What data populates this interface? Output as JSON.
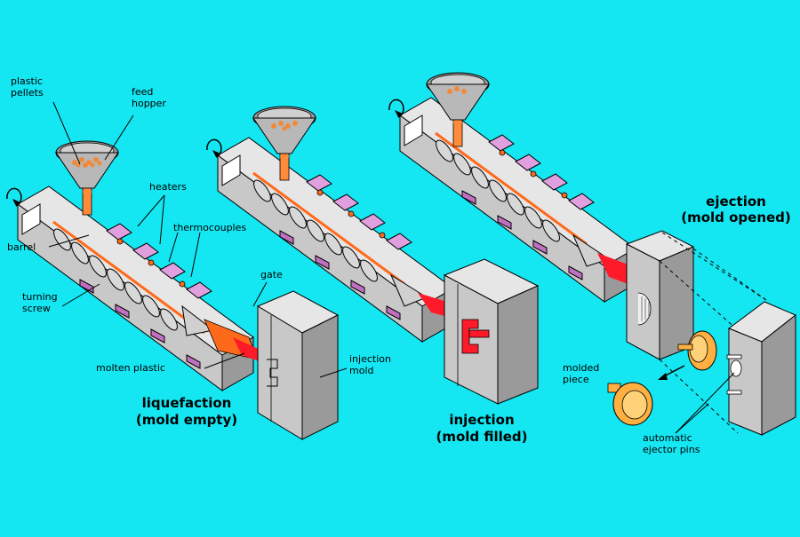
{
  "colors": {
    "background": "#14e6f2",
    "barrel_light": "#e6e6e6",
    "barrel_mid": "#c8c8c8",
    "barrel_dark": "#9a9a9a",
    "heater": "#c070c0",
    "heater_top": "#e0a0e0",
    "molten": "#ff6a1a",
    "molten_hot": "#ff1a2a",
    "pellets": "#f08a3a",
    "piece": "#ffb040",
    "outline": "#000000"
  },
  "labels": {
    "plastic_pellets": [
      "plastic",
      "pellets"
    ],
    "feed_hopper": [
      "feed",
      "hopper"
    ],
    "heaters": "heaters",
    "thermocouples": "thermocouples",
    "barrel": "barrel",
    "turning_screw": [
      "turning",
      "screw"
    ],
    "gate": "gate",
    "molten_plastic": "molten plastic",
    "injection_mold": [
      "injection",
      "mold"
    ],
    "molded_piece": [
      "molded",
      "piece"
    ],
    "automatic_ejector_pins": [
      "automatic",
      "ejector pins"
    ]
  },
  "stages": [
    {
      "title": "liquefaction",
      "subtitle": "(mold empty)"
    },
    {
      "title": "injection",
      "subtitle": "(mold filled)"
    },
    {
      "title": "ejection",
      "subtitle": "(mold opened)"
    }
  ]
}
